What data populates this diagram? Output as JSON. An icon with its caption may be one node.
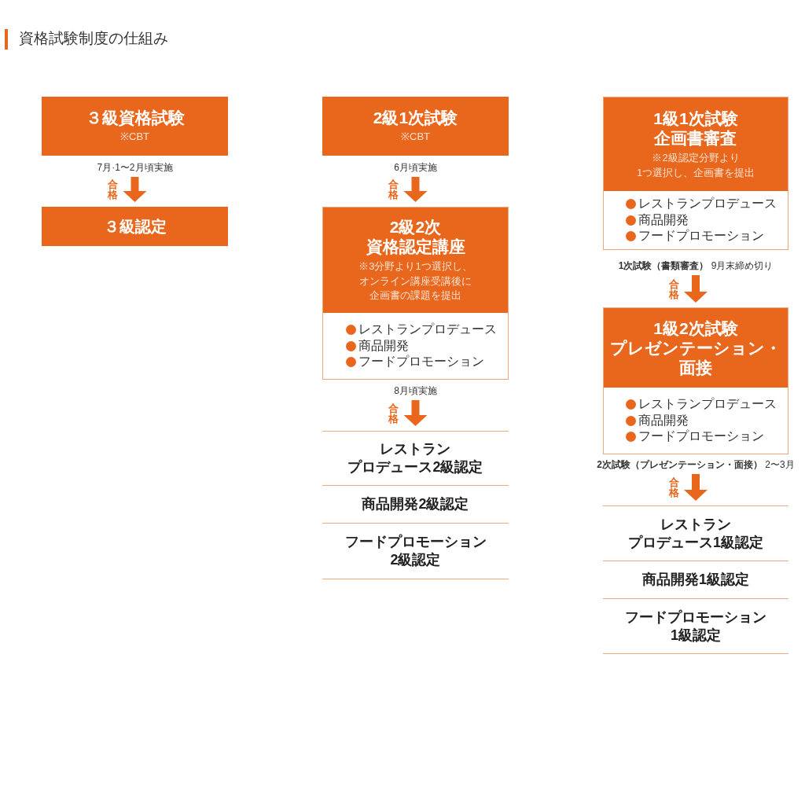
{
  "diagram": {
    "title": "資格試験制度の仕組み",
    "nodes": [
      {
        "text": [
          "３級資格試験",
          "※CBT"
        ],
        "beside": [
          "7月·1〜2月頃実施"
        ]
      },
      {
        "text": [
          "３級認定"
        ]
      },
      {
        "text": [
          "2級1次試験",
          "※CBT"
        ],
        "beside": [
          "6月頃実施"
        ]
      },
      {
        "text": [
          "2級2次資格認定講座",
          "※3分野より1つ選択し、オンライン講座受講後に企画書の課題を提出",
          "レストランプロデュース",
          "商品開発",
          "フードプロモーション"
        ],
        "beside": [
          "8月頃実施"
        ]
      },
      {
        "text": [
          "レストランプロデュース2級認定"
        ]
      },
      {
        "text": [
          "商品開発2級認定"
        ]
      },
      {
        "text": [
          "フードプロモーション2級認定"
        ]
      },
      {
        "text": [
          "1級1次試験企画書審査",
          "※2級認定分野より1つ選択し、企画書を提出",
          "レストランプロデュース",
          "商品開発",
          "フードプロモーション"
        ],
        "beside": [
          "**1次試験（書類審査）** 9月末締め切り"
        ]
      },
      {
        "text": [
          "1級2次試験プレゼンテーション・面接",
          "レストランプロデュース",
          "商品開発",
          "フードプロモーション"
        ],
        "beside": [
          "**2次試験（プレゼンテーション・面接）** 2〜3月"
        ]
      },
      {
        "text": [
          "レストランプロデュース1級認定"
        ]
      },
      {
        "text": [
          "商品開発1級認定"
        ]
      },
      {
        "text": [
          "フードプロモーション1級認定"
        ]
      }
    ],
    "edges": [
      {
        "from": 0,
        "to": 1,
        "arrow": "to",
        "label": "合格"
      },
      {
        "from": 2,
        "to": 3,
        "arrow": "to",
        "label": "合格"
      },
      {
        "from": 3,
        "to": 4,
        "arrow": "to",
        "label": "合格"
      },
      {
        "from": 7,
        "to": 8,
        "arrow": "to",
        "label": "合格"
      },
      {
        "from": 8,
        "to": 9,
        "arrow": "to",
        "label": "合格"
      }
    ]
  }
}
